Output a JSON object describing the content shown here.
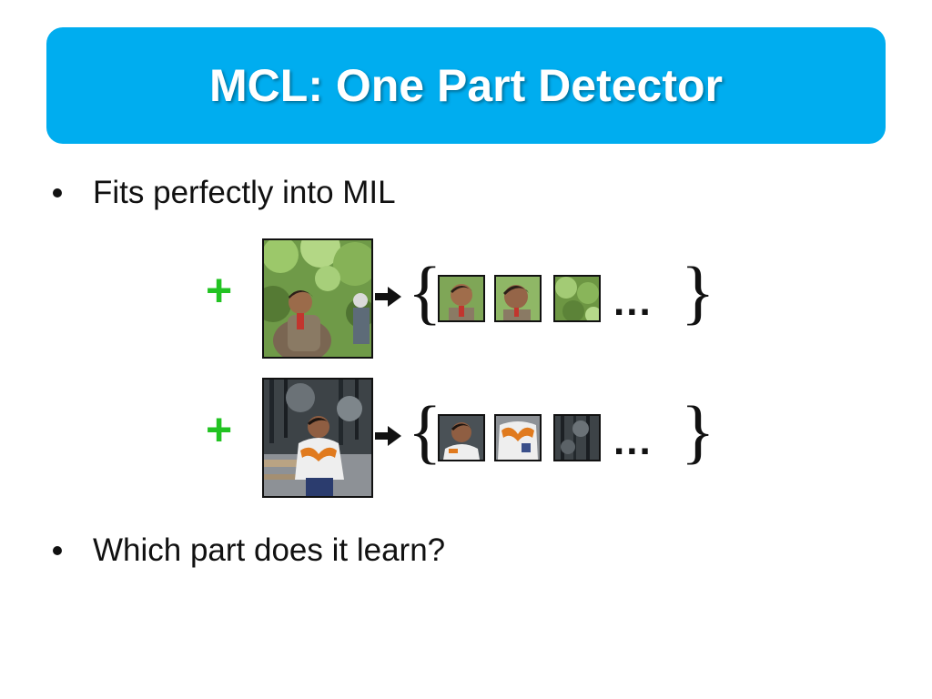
{
  "slide": {
    "title": "MCL: One Part Detector",
    "accent_color": "#00adef",
    "bullets": [
      {
        "text": "Fits perfectly into MIL"
      },
      {
        "text": "Which part does it learn?"
      }
    ]
  },
  "bags": [
    {
      "label": "+",
      "label_color": "#22c322",
      "photo_icon": "forest-person-photo",
      "patches": [
        "face-patch",
        "head-patch",
        "foliage-patch"
      ],
      "ellipsis": "...",
      "open_brace": "{",
      "close_brace": "}"
    },
    {
      "label": "+",
      "label_color": "#22c322",
      "photo_icon": "winter-person-photo",
      "patches": [
        "face-patch",
        "jacket-patch",
        "trees-patch"
      ],
      "ellipsis": "...",
      "open_brace": "{",
      "close_brace": "}"
    }
  ]
}
